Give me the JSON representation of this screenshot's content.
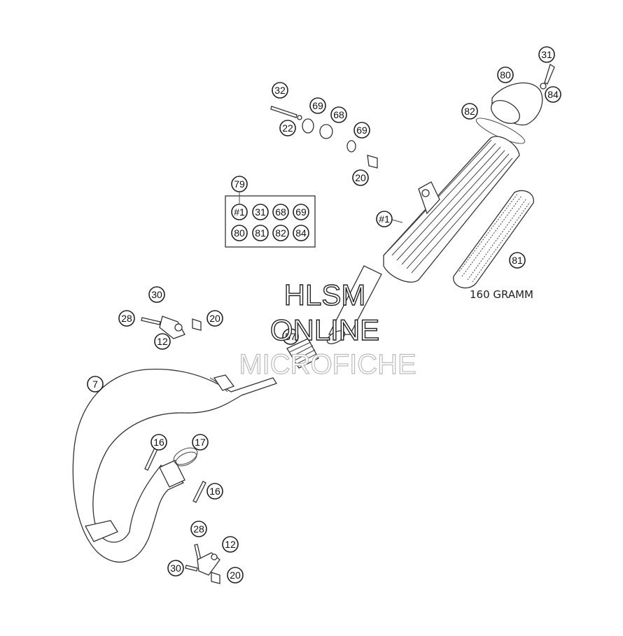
{
  "diagram": {
    "note_text": "160 GRAMM",
    "kit_label": "79",
    "kit_items": [
      "#1",
      "31",
      "68",
      "69",
      "80",
      "81",
      "82",
      "84"
    ],
    "callouts": {
      "c31_top": "31",
      "c80": "80",
      "c84": "84",
      "c82": "82",
      "c32": "32",
      "c69a": "69",
      "c22": "22",
      "c68": "68",
      "c69b": "69",
      "c20a": "20",
      "c1": "#1",
      "c81": "81",
      "c30a": "30",
      "c28a": "28",
      "c20b": "20",
      "c12a": "12",
      "c57": "57",
      "c7": "7",
      "c16a": "16",
      "c17": "17",
      "c16b": "16",
      "c28b": "28",
      "c12b": "12",
      "c30b": "30",
      "c20c": "20"
    }
  },
  "watermark": {
    "line1": "HLSM",
    "line2": "ONLINE",
    "line3": "MICROFICHE"
  }
}
